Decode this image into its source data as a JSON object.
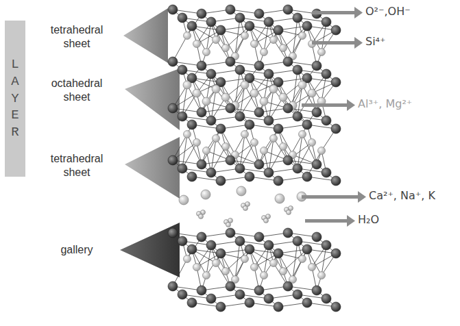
{
  "diagram": {
    "nodes": [
      {
        "text": [
          "LAYER"
        ]
      }
    ],
    "labels": [
      "tetrahedral sheet",
      "octahedral sheet",
      "tetrahedral sheet",
      "gallery",
      "O²⁻,OH⁻",
      "Si⁴⁺",
      "Al³⁺, Mg²⁺",
      "Ca²⁺, Na⁺, K",
      "H₂O"
    ]
  }
}
